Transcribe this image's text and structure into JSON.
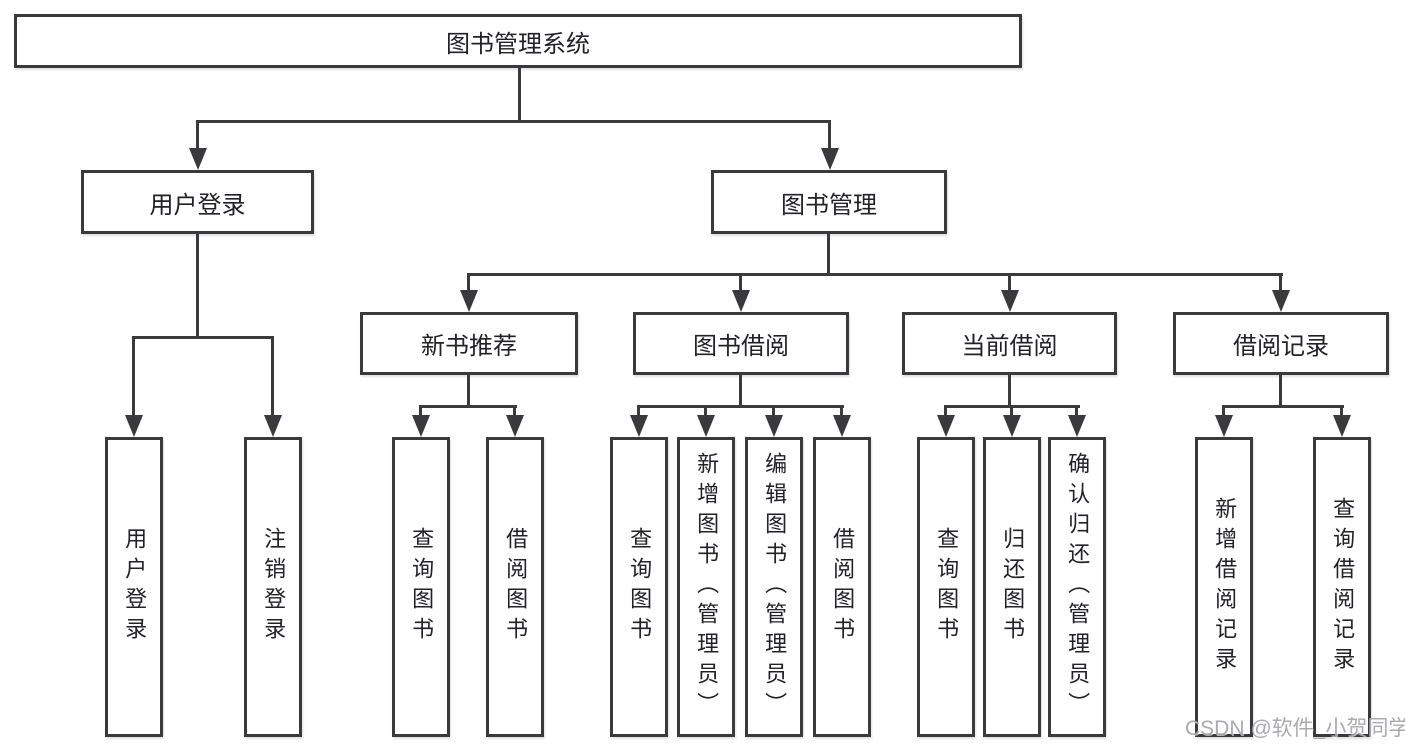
{
  "diagram": {
    "root": {
      "label": "图书管理系统"
    },
    "level2": [
      {
        "label": "用户登录"
      },
      {
        "label": "图书管理"
      }
    ],
    "level3": [
      {
        "label": "新书推荐"
      },
      {
        "label": "图书借阅"
      },
      {
        "label": "当前借阅"
      },
      {
        "label": "借阅记录"
      }
    ],
    "leaves": {
      "user_login": [
        "用户登录",
        "注销登录"
      ],
      "new_book": [
        "查询图书",
        "借阅图书"
      ],
      "book_borrow": [
        "查询图书",
        "新增图书（管理员）",
        "编辑图书（管理员）",
        "借阅图书"
      ],
      "current_borrow": [
        "查询图书",
        "归还图书",
        "确认归还（管理员）"
      ],
      "borrow_record": [
        "新增借阅记录",
        "查询借阅记录"
      ]
    }
  },
  "watermark": {
    "text": "CSDN @软件_小贺同学"
  },
  "colors": {
    "line": "#3a3a3c",
    "text": "#222226",
    "background": "#ffffff",
    "watermark": "#a4a4a8"
  }
}
